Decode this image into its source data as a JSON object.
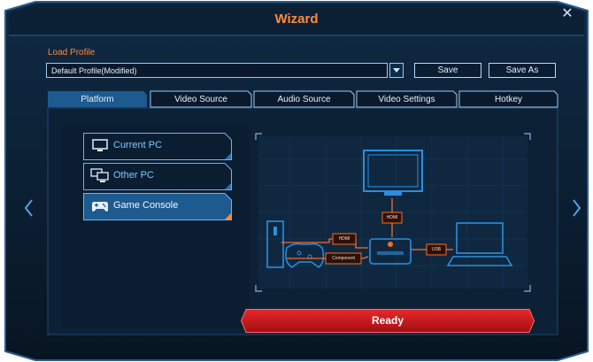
{
  "window": {
    "title": "Wizard",
    "close_symbol": "✕"
  },
  "profile": {
    "label": "Load Profile",
    "value": "Default Profile(Modified)",
    "save_label": "Save",
    "save_as_label": "Save As"
  },
  "tabs": [
    {
      "label": "Platform",
      "active": true
    },
    {
      "label": "Video Source",
      "active": false
    },
    {
      "label": "Audio Source",
      "active": false
    },
    {
      "label": "Video Settings",
      "active": false
    },
    {
      "label": "Hotkey",
      "active": false
    }
  ],
  "platforms": [
    {
      "label": "Current PC",
      "icon": "monitor-icon",
      "selected": false
    },
    {
      "label": "Other PC",
      "icon": "two-monitors-icon",
      "selected": false
    },
    {
      "label": "Game Console",
      "icon": "gamepad-icon",
      "selected": true
    }
  ],
  "diagram": {
    "hdmi_top": "HDMI",
    "hdmi_left": "HDMI",
    "component": "Component",
    "usb": "USB"
  },
  "ready_label": "Ready",
  "colors": {
    "accent_orange": "#ff8a3c",
    "active_tab": "#1d5a8f",
    "ready_red": "#c8191c",
    "diagram_blue": "#2a8fe0"
  }
}
